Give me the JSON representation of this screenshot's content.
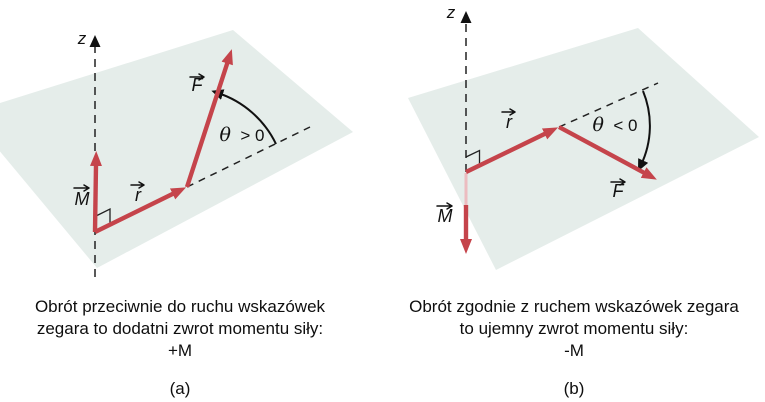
{
  "figure": {
    "colors": {
      "plane": "#E5EDEA",
      "arrow": "#C5444B",
      "arrow_faint": "#ECBCC0",
      "line": "#1A1A1A"
    },
    "panels": [
      {
        "axis_label": "z",
        "torque_label": "M",
        "radius_label": "r",
        "force_label": "F",
        "angle_symbol": "θ",
        "angle_relation": "> 0",
        "caption": {
          "line1": "Obrót przeciwnie do ruchu wskazówek",
          "line2": "zegara to dodatni zwrot momentu siły:",
          "value": "+M"
        },
        "panel_label": "(a)"
      },
      {
        "axis_label": "z",
        "torque_label": "M",
        "radius_label": "r",
        "force_label": "F",
        "angle_symbol": "θ",
        "angle_relation": "< 0",
        "caption": {
          "line1": "Obrót zgodnie z ruchem wskazówek zegara",
          "line2": "to ujemny zwrot momentu siły:",
          "value": "-M"
        },
        "panel_label": "(b)"
      }
    ]
  }
}
